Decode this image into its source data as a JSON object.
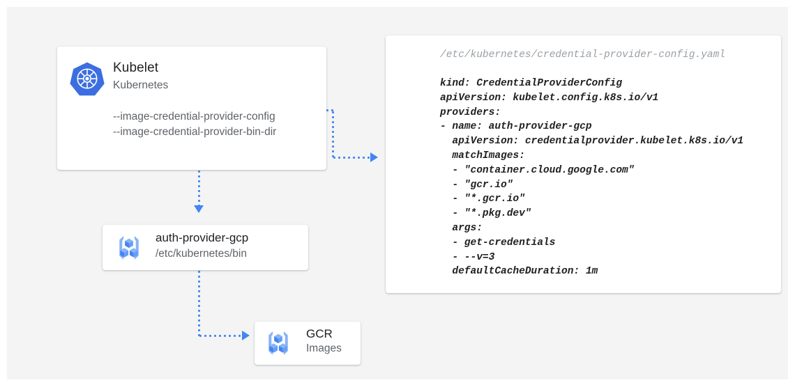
{
  "diagram": {
    "background_color": "#f4f4f4",
    "accent_color": "#4285f4"
  },
  "kubelet_card": {
    "icon": "kubernetes-logo-icon",
    "title": "Kubelet",
    "subtitle": "Kubernetes",
    "flags": [
      "--image-credential-provider-config",
      "--image-credential-provider-bin-dir"
    ]
  },
  "auth_provider_card": {
    "icon": "container-registry-icon",
    "title": "auth-provider-gcp",
    "subtitle": "/etc/kubernetes/bin"
  },
  "gcr_card": {
    "icon": "container-registry-icon",
    "title": "GCR",
    "subtitle": "Images"
  },
  "yaml_card": {
    "filename": "/etc/kubernetes/credential-provider-config.yaml",
    "lines": [
      "kind: CredentialProviderConfig",
      "apiVersion: kubelet.config.k8s.io/v1",
      "providers:",
      "- name: auth-provider-gcp",
      "  apiVersion: credentialprovider.kubelet.k8s.io/v1",
      "  matchImages:",
      "  - \"container.cloud.google.com\"",
      "  - \"gcr.io\"",
      "  - \"*.gcr.io\"",
      "  - \"*.pkg.dev\"",
      "  args:",
      "  - get-credentials",
      "  - --v=3",
      "  defaultCacheDuration: 1m"
    ]
  },
  "connectors": [
    {
      "name": "kubelet-config-to-yaml",
      "from": "kubelet_card.flags.0",
      "to": "yaml_card"
    },
    {
      "name": "kubelet-to-auth-provider",
      "from": "kubelet_card",
      "to": "auth_provider_card"
    },
    {
      "name": "auth-provider-to-gcr",
      "from": "auth_provider_card",
      "to": "gcr_card"
    }
  ]
}
